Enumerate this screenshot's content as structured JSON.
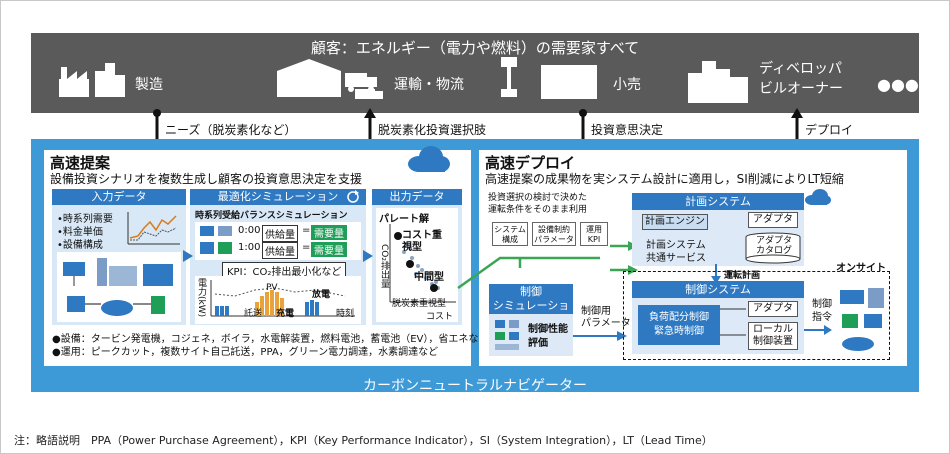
{
  "customer": {
    "title": "顧客：エネルギー（電力や燃料）の需要家すべて",
    "items": [
      "製造",
      "運輸・物流",
      "小売",
      "ディベロッパ",
      "ビルオーナー"
    ],
    "more": "●●●"
  },
  "arrows": {
    "needs": "ニーズ（脱炭素化など）",
    "options": "脱炭素化投資選択肢",
    "decision": "投資意思決定",
    "deploy": "デプロイ"
  },
  "left": {
    "title": "高速提案",
    "subtitle": "設備投資シナリオを複数生成し顧客の投資意思決定を支援",
    "input": {
      "head": "入力データ",
      "items": [
        "時系列需要",
        "料金単価",
        "設備構成"
      ]
    },
    "opt": {
      "head": "最適化シミュレーション",
      "sub": "時系列受給バランスシミュレーション",
      "row1_time": "0:00",
      "row2_time": "1:00",
      "supply": "供給量",
      "equals": "=",
      "demand": "需要量",
      "kpi": "KPI：CO₂排出最小化など",
      "y_label": "電力(kW)",
      "pv": "PV",
      "discharge": "放電",
      "wheeling": "託送",
      "charge": "充電",
      "time": "時刻"
    },
    "output": {
      "head": "出力データ",
      "pareto": "パレート解",
      "cost_focus": "コスト重視型",
      "middle": "中間型",
      "decarb": "脱炭素重視型",
      "y_label": "CO₂排出量",
      "x_label": "コスト"
    },
    "notes": [
      "●設備：タービン発電機，コジェネ，ボイラ，水電解装置，燃料電池，蓄電池（EV），省エネなど",
      "●運用：ピークカット，複数サイト自己託送，PPA，グリーン電力調達，水素調達など"
    ]
  },
  "right": {
    "title": "高速デプロイ",
    "subtitle": "高速提案の成果物を実システム設計に適用し，SI削減によりLT短縮",
    "reuse": [
      "投資選択の検討で決めた",
      "運転条件をそのまま利用"
    ],
    "cards": [
      [
        "システム",
        "構成"
      ],
      [
        "設備制約",
        "パラメータ"
      ],
      [
        "運用",
        "KPI"
      ]
    ],
    "planning": {
      "head": "計画システム",
      "engine": "計画エンジン",
      "system": "計画システム",
      "common": "共通サービス",
      "adapter": "アダプタ",
      "adapter_catalog": "アダプタ",
      "catalog": "カタログ"
    },
    "ctrl_sim": {
      "head": [
        "制御",
        "シミュレーション"
      ],
      "perf": "制御性能",
      "eval": "評価"
    },
    "ctrl_param": [
      "制御用",
      "パラメータ"
    ],
    "op_plan": "運転計画",
    "onsite": "オンサイト",
    "control": {
      "head": "制御システム",
      "load": "負荷配分制御",
      "emergency": "緊急時制御",
      "adapter": "アダプタ",
      "local": "ローカル",
      "device": "制御装置"
    },
    "command": [
      "制御",
      "指令"
    ]
  },
  "footer": "カーボンニュートラルナビゲーター",
  "footnote": "注：略語説明　PPA（Power Purchase Agreement），KPI（Key Performance Indicator），SI（System Integration），LT（Lead Time）",
  "colors": {
    "customer_bg": "#5a5a5a",
    "main_blue": "#3d9ad6",
    "head_blue": "#2f79c2",
    "green": "#1f9e57"
  }
}
